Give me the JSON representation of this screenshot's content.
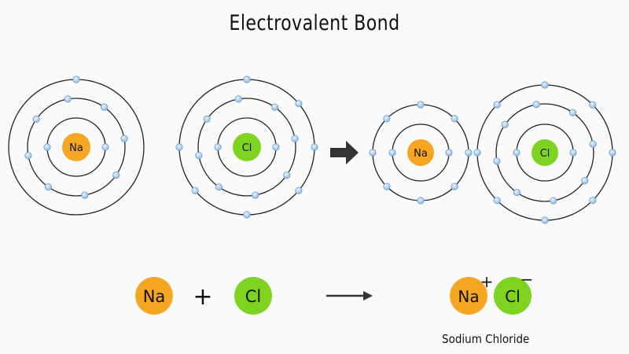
{
  "title": "Electrovalent Bond",
  "atoms": {
    "na_neutral": "Na",
    "cl_neutral": "Cl",
    "na_ion": "Na",
    "cl_ion": "Cl"
  },
  "equation": {
    "reactant_1": "Na",
    "plus": "+",
    "reactant_2": "Cl",
    "product_cation": "Na",
    "product_cation_charge": "+",
    "product_anion": "Cl",
    "product_anion_charge": "−",
    "product_name": "Sodium Chloride"
  },
  "colors": {
    "sodium": "#f5a623",
    "chlorine": "#7ed321",
    "electron": "#9ec9f0",
    "orbit": "#222222",
    "arrow": "#333333"
  }
}
